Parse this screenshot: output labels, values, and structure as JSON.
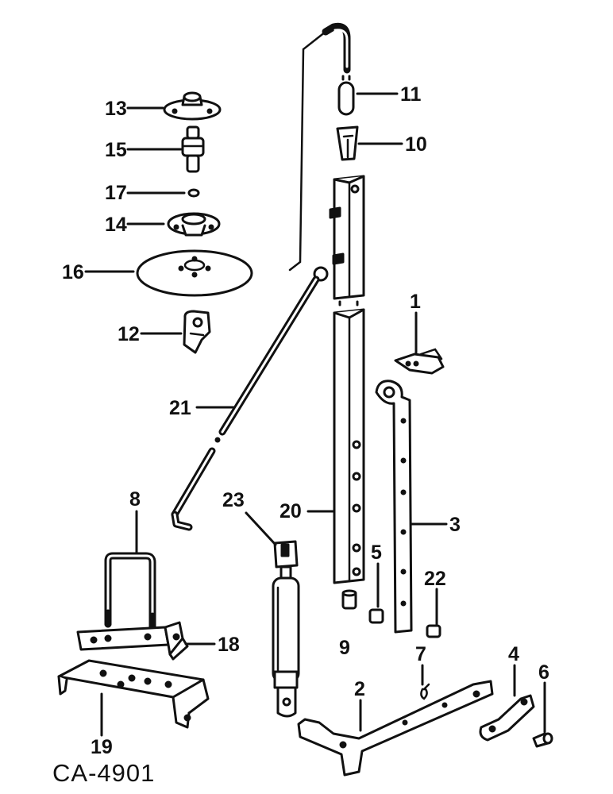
{
  "figure_code": "CA-4901",
  "callouts": {
    "p1": "1",
    "p2": "2",
    "p3": "3",
    "p4": "4",
    "p5": "5",
    "p6": "6",
    "p7": "7",
    "p8": "8",
    "p9": "9",
    "p10": "10",
    "p11": "11",
    "p12": "12",
    "p13": "13",
    "p14": "14",
    "p15": "15",
    "p16": "16",
    "p17": "17",
    "p18": "18",
    "p19": "19",
    "p20": "20",
    "p21": "21",
    "p22": "22",
    "p23": "23"
  }
}
